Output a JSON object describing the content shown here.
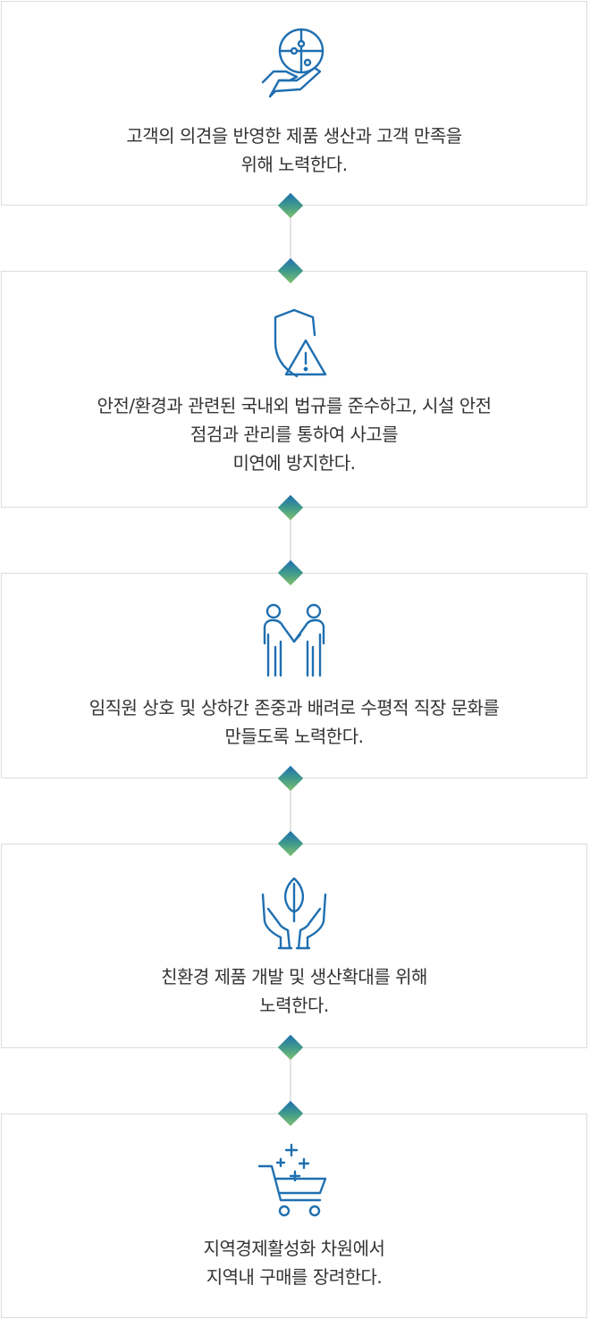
{
  "steps": [
    {
      "icon": "puzzle-hand-icon",
      "lines": [
        "고객의 의견을 반영한 제품 생산과 고객 만족을",
        "위해 노력한다."
      ]
    },
    {
      "icon": "shield-warning-icon",
      "lines": [
        "안전/환경과 관련된 국내외 법규를 준수하고, 시설 안전",
        "점검과 관리를 통하여 사고를",
        "미연에 방지한다."
      ]
    },
    {
      "icon": "people-handshake-icon",
      "lines": [
        "임직원 상호 및 상하간 존중과 배려로 수평적 직장 문화를",
        "만들도록 노력한다."
      ]
    },
    {
      "icon": "hands-leaf-icon",
      "lines": [
        "친환경 제품 개발 및 생산확대를 위해",
        "노력한다."
      ]
    },
    {
      "icon": "shopping-cart-plus-icon",
      "lines": [
        "지역경제활성화 차원에서",
        "지역내 구매를 장려한다."
      ]
    }
  ],
  "colors": {
    "icon": "#1f6fb0",
    "diamond_start": "#1f6fb0",
    "diamond_end": "#7fc06d",
    "border": "#dcdcdc",
    "text": "#333333"
  }
}
